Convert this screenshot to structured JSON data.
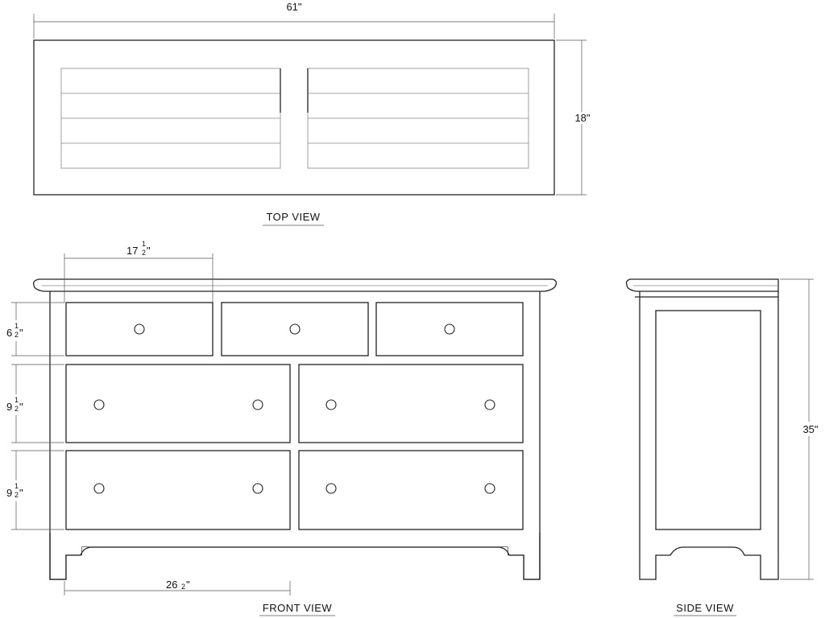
{
  "dimensions": {
    "overall_width": "61\"",
    "depth": "18\"",
    "height": "35\"",
    "top_drawer_width_whole": "17",
    "top_drawer_height_whole": "6",
    "mid_drawer_height_whole": "9",
    "bottom_drawer_height_whole": "9",
    "large_drawer_width_whole": "26",
    "fraction_numerator": "1",
    "fraction_denominator": "2",
    "inch_mark": "\""
  },
  "labels": {
    "top_view": "TOP VIEW",
    "front_view": "FRONT VIEW",
    "side_view": "SIDE VIEW"
  }
}
